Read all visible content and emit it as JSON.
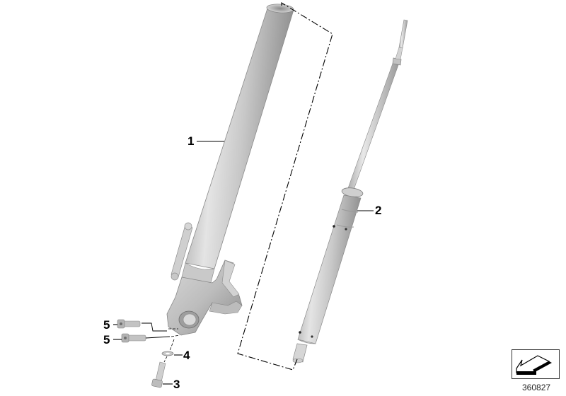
{
  "diagram": {
    "type": "exploded-parts-diagram",
    "subject": "Front fork leg",
    "diagram_number": "360827",
    "colors": {
      "part_fill": "#c4c4c4",
      "part_highlight": "#e6e6e6",
      "part_shadow": "#8e8e8e",
      "line": "#000000",
      "background": "#ffffff"
    },
    "callouts": [
      {
        "number": "1",
        "part": "outer-fork-tube"
      },
      {
        "number": "2",
        "part": "fork-cartridge-damper"
      },
      {
        "number": "3",
        "part": "axle-clamp-bolt"
      },
      {
        "number": "4",
        "part": "washer"
      },
      {
        "number": "5",
        "part": "caliper-bolt-upper"
      },
      {
        "number": "5",
        "part": "caliper-bolt-lower"
      }
    ],
    "navigation": {
      "icon": "back-arrow-icon"
    }
  }
}
